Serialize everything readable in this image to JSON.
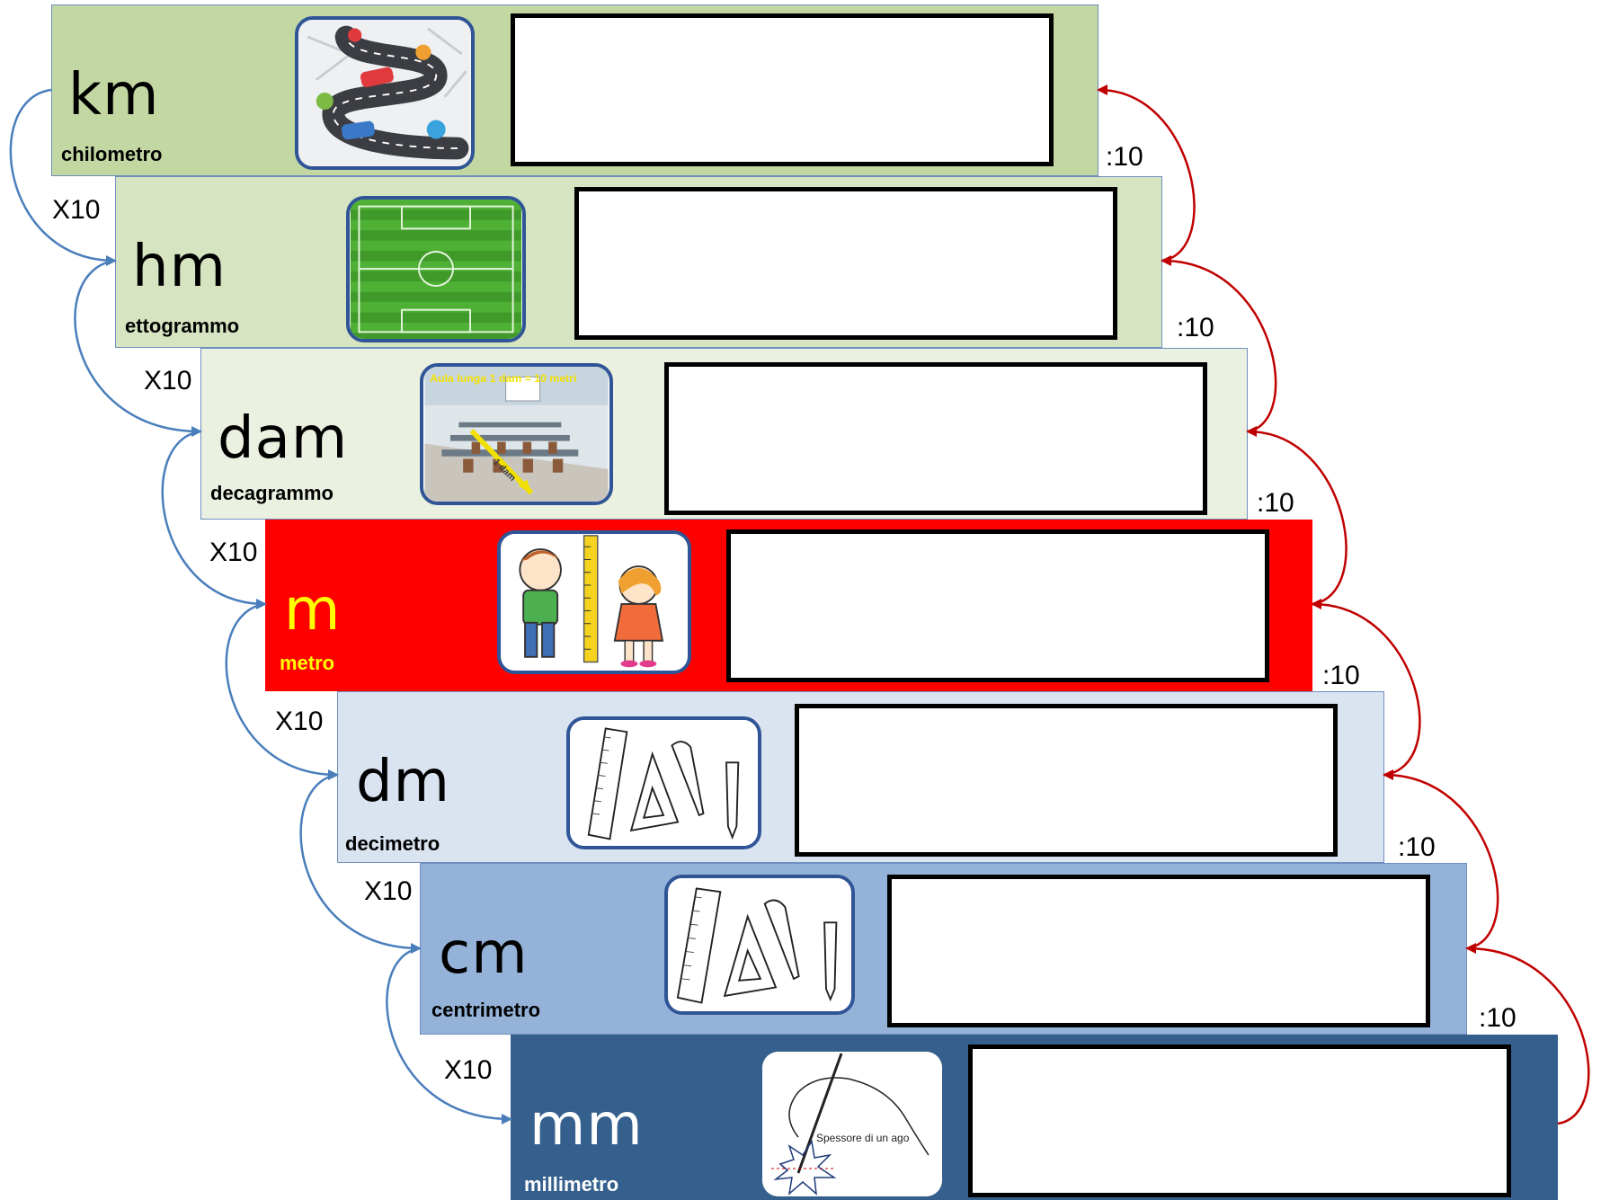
{
  "colors": {
    "km": "#c3d7a3",
    "hm": "#d6e4c1",
    "dam": "#ebf1e1",
    "m": "#ff0000",
    "dm": "#dae3f0",
    "cm": "#95b3d9",
    "mm": "#35608e",
    "multiply_arrow": "#4a7ebb",
    "divide_arrow": "#c00000",
    "picture_border": "#2f5597"
  },
  "units": [
    {
      "abbr": "km",
      "name": "chilometro",
      "icon": "winding-road-icon"
    },
    {
      "abbr": "hm",
      "name": "ettogrammo",
      "icon": "football-field-icon"
    },
    {
      "abbr": "dam",
      "name": "decagrammo",
      "icon": "classroom-icon"
    },
    {
      "abbr": "m",
      "name": "metro",
      "icon": "children-measuring-icon"
    },
    {
      "abbr": "dm",
      "name": "decimetro",
      "icon": "ruler-set-icon"
    },
    {
      "abbr": "cm",
      "name": "centrimetro",
      "icon": "ruler-set-icon"
    },
    {
      "abbr": "mm",
      "name": "millimetro",
      "icon": "needle-thread-icon"
    }
  ],
  "pictures": {
    "classroom_caption": "Aula lunga 1 dam = 10 metri",
    "classroom_arrow_label": "1 dam",
    "needle_caption": "Spessore di un ago"
  },
  "operations": {
    "multiply": "X10",
    "divide": ":10"
  }
}
